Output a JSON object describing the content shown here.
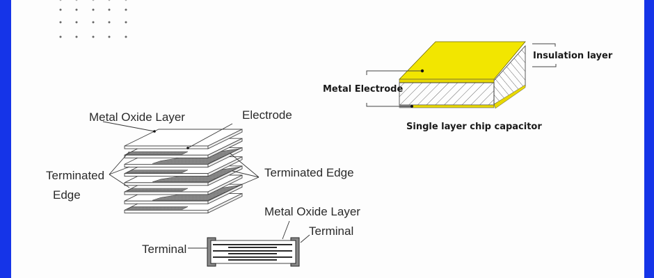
{
  "colors": {
    "frame_border": "#1534e8",
    "electrode_top": "#f2e600",
    "dot_grid": "#666666"
  },
  "decor": {
    "dot_grid": {
      "rows": 3,
      "cols": 5
    }
  },
  "single_layer_diagram": {
    "caption": "Single layer chip capacitor",
    "labels": {
      "metal_electrode": "Metal Electrode",
      "insulation_layer": "Insulation layer"
    }
  },
  "multilayer_diagram": {
    "labels": {
      "metal_oxide_layer_top": "Metal Oxide Layer",
      "electrode": "Electrode",
      "terminated_edge_left_line1": "Terminated",
      "terminated_edge_left_line2": "Edge",
      "terminated_edge_right": "Terminated Edge"
    },
    "layer_count": 8
  },
  "cross_section_diagram": {
    "labels": {
      "metal_oxide_layer": "Metal Oxide Layer",
      "terminal_right": "Terminal",
      "terminal_left": "Terminal"
    }
  }
}
